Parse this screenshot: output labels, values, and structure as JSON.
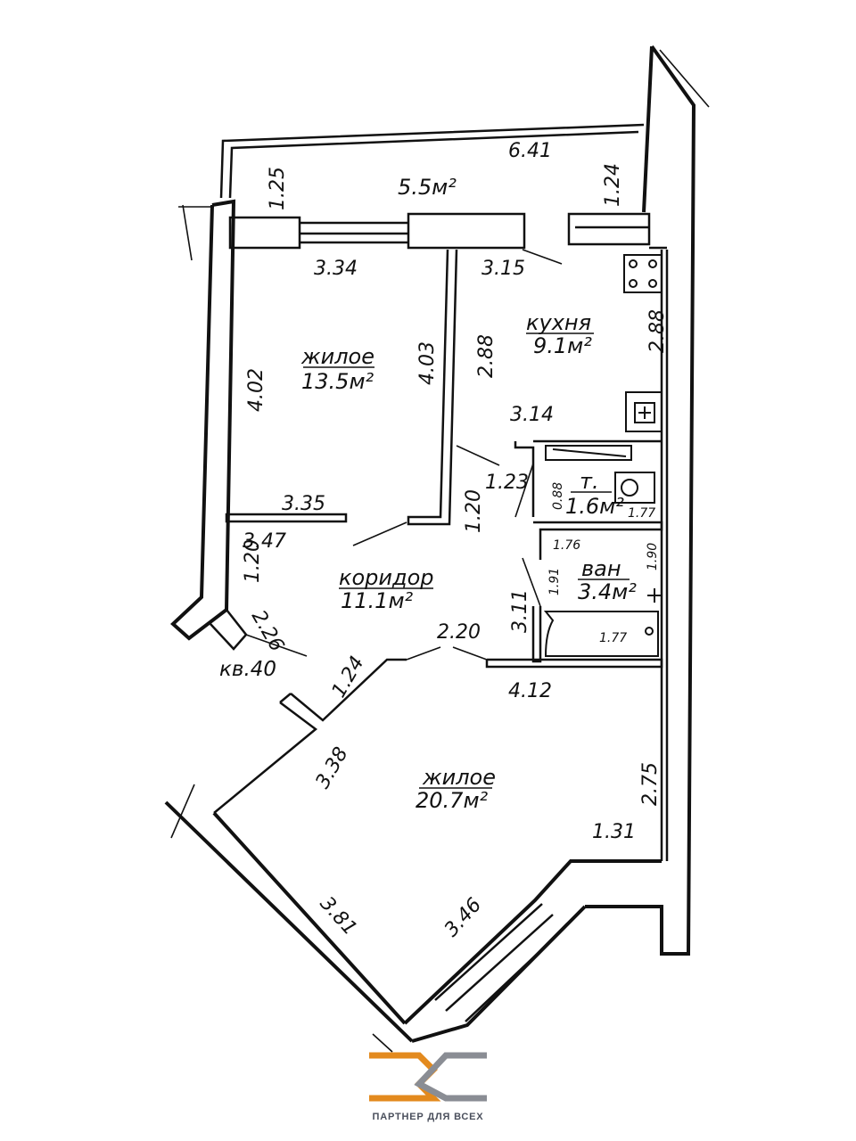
{
  "logo": {
    "caption": "ПАРТНЕР ДЛЯ ВСЕХ",
    "orange": "#e38a1e",
    "gray": "#8a8d94"
  },
  "apartment": {
    "label": "кв.40"
  },
  "rooms": {
    "balcony": {
      "area": "5.5м²"
    },
    "living_small": {
      "name": "жилое",
      "area": "13.5м²"
    },
    "kitchen": {
      "name": "кухня",
      "area": "9.1м²"
    },
    "toilet": {
      "name": "т.",
      "area": "1.6м²"
    },
    "bath": {
      "name": "ван",
      "area": "3.4м²"
    },
    "corridor": {
      "name": "коридор",
      "area": "11.1м²"
    },
    "living_large": {
      "name": "жилое",
      "area": "20.7м²"
    }
  },
  "dimensions": {
    "balcony_length": "6.41",
    "balcony_left_depth": "1.25",
    "balcony_right_depth": "1.24",
    "living_small_top": "3.34",
    "living_small_left": "4.02",
    "living_small_right": "4.03",
    "living_small_bottom": "3.35",
    "kitchen_top": "3.15",
    "kitchen_left": "2.88",
    "kitchen_right": "2.88",
    "kitchen_bottom": "3.14",
    "corridor_top": "3.47",
    "corridor_left": "1.20",
    "corridor_mid": "1.20",
    "corridor_diag": "2.26",
    "corridor_bottom": "2.20",
    "corridor_right": "3.11",
    "toilet_door": "1.23",
    "toilet_depth": "0.88",
    "toilet_width": "1.77",
    "bath_top": "1.76",
    "bath_right": "1.90",
    "bath_left": "1.91",
    "bath_bottom": "1.77",
    "living_large_top": "4.12",
    "living_large_right": "2.75",
    "living_large_step": "1.31",
    "living_large_entry": "1.24",
    "living_large_left": "3.38",
    "living_large_bottom_left": "3.81",
    "living_large_bottom_right": "3.46"
  }
}
